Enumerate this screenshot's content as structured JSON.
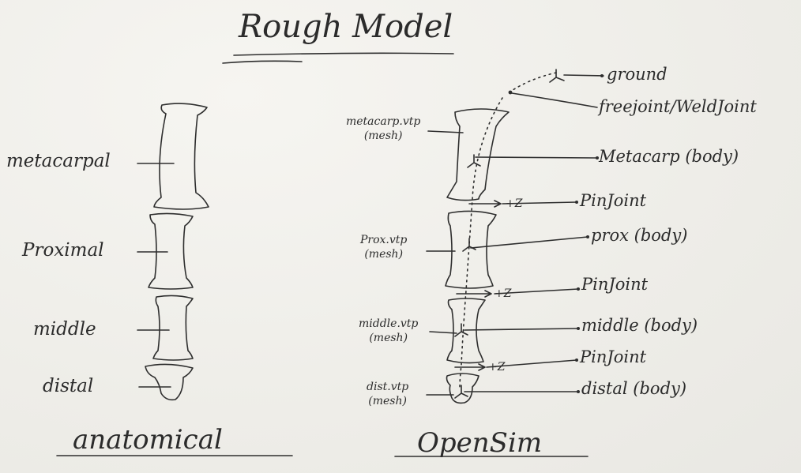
{
  "title": "Rough Model",
  "anatomical": {
    "heading": "anatomical",
    "labels": {
      "metacarpal": "metacarpal",
      "proximal": "Proximal",
      "middle": "middle",
      "distal": "distal"
    }
  },
  "opensim": {
    "heading": "OpenSim",
    "ground": "ground",
    "freejoint": "freejoint/WeldJoint",
    "metacarp_mesh": [
      "metacarp.vtp",
      "(mesh)"
    ],
    "metacarp_body": "Metacarp (body)",
    "pinjoint_1": "PinJoint",
    "prox_mesh": [
      "Prox.vtp",
      "(mesh)"
    ],
    "prox_body": "prox (body)",
    "pinjoint_2": "PinJoint",
    "middle_mesh": [
      "middle.vtp",
      "(mesh)"
    ],
    "middle_body": "middle (body)",
    "pinjoint_3": "PinJoint",
    "distal_mesh": [
      "dist.vtp",
      "(mesh)"
    ],
    "distal_body": "distal (body)",
    "z_axis_label": "+Z"
  }
}
